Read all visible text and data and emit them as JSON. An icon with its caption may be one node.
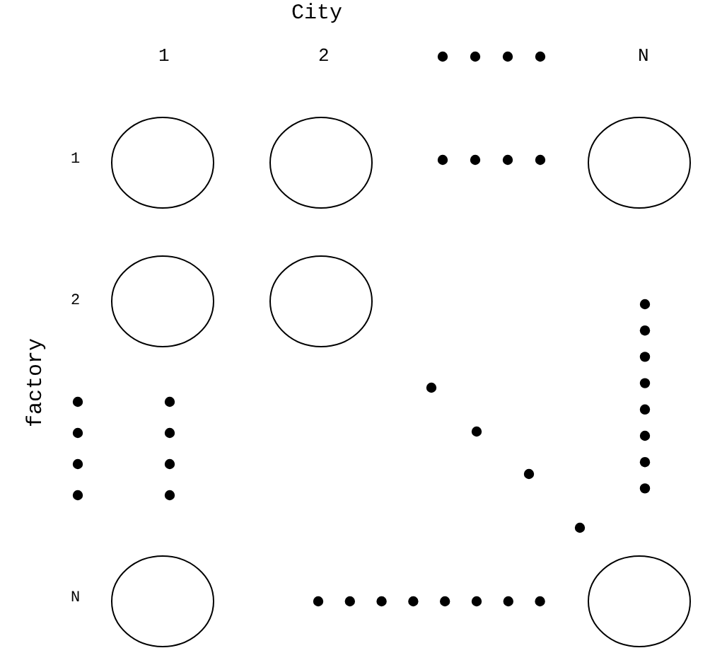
{
  "diagram": {
    "nodes": [
      {
        "text": [],
        "shape": "circle"
      },
      {
        "text": [],
        "shape": "circle"
      },
      {
        "text": [],
        "shape": "circle"
      },
      {
        "text": [],
        "shape": "circle"
      },
      {
        "text": [],
        "shape": "circle"
      },
      {
        "text": [],
        "shape": "circle"
      },
      {
        "text": [],
        "shape": "circle"
      }
    ],
    "edges": [],
    "labels": [
      "City",
      "1",
      "2",
      "N",
      "1",
      "2",
      "factory",
      "N"
    ]
  }
}
